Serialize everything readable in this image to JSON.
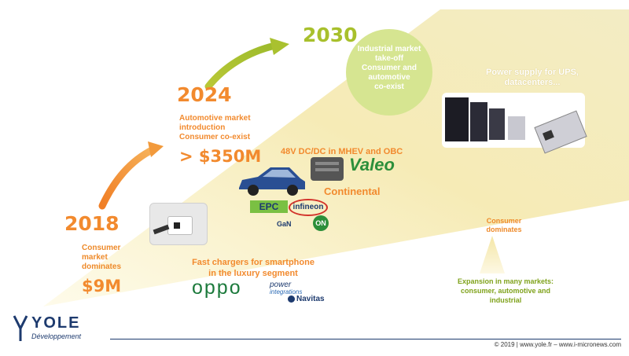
{
  "colors": {
    "orange": "#f28a2e",
    "orange_text": "#ee8a2a",
    "green_text": "#7fa21b",
    "wedge_light": "#faf3cd",
    "wedge_dark": "#ecd886",
    "circle_green": "#d6e591"
  },
  "milestones": [
    {
      "year": "2018",
      "text": [
        "Consumer",
        "market",
        "dominates"
      ],
      "value": "$9M"
    },
    {
      "year": "2024",
      "text": [
        "Automotive market",
        "introduction",
        "Consumer co-exist"
      ],
      "value": "> $350M"
    },
    {
      "year": "2030",
      "text": [
        "Industrial market",
        "take-off",
        "Consumer and",
        "automotive",
        "co-exist"
      ]
    }
  ],
  "segments": {
    "fast_chargers": [
      "Fast chargers for smartphone",
      "in the luxury segment"
    ],
    "dcdc": "48V DC/DC in MHEV and OBC",
    "power_supply": [
      "Power supply for UPS,",
      "datacenters..."
    ],
    "consumer_dominates": [
      "Consumer",
      "dominates"
    ],
    "expansion": [
      "Expansion in many markets:",
      "consumer, automotive and",
      "industrial"
    ]
  },
  "logos": {
    "oppo": "oppo",
    "power_integrations": [
      "power",
      "integrations"
    ],
    "navitas": "Navitas",
    "valeo": "Valeo",
    "continental": "Continental",
    "epc": "EPC",
    "infineon": "infineon",
    "gan_systems": "GaN",
    "on": "ON"
  },
  "brand": {
    "name": "YOLE",
    "sub": "Développement"
  },
  "footer": "© 2019 | www.yole.fr – www.i-micronews.com"
}
